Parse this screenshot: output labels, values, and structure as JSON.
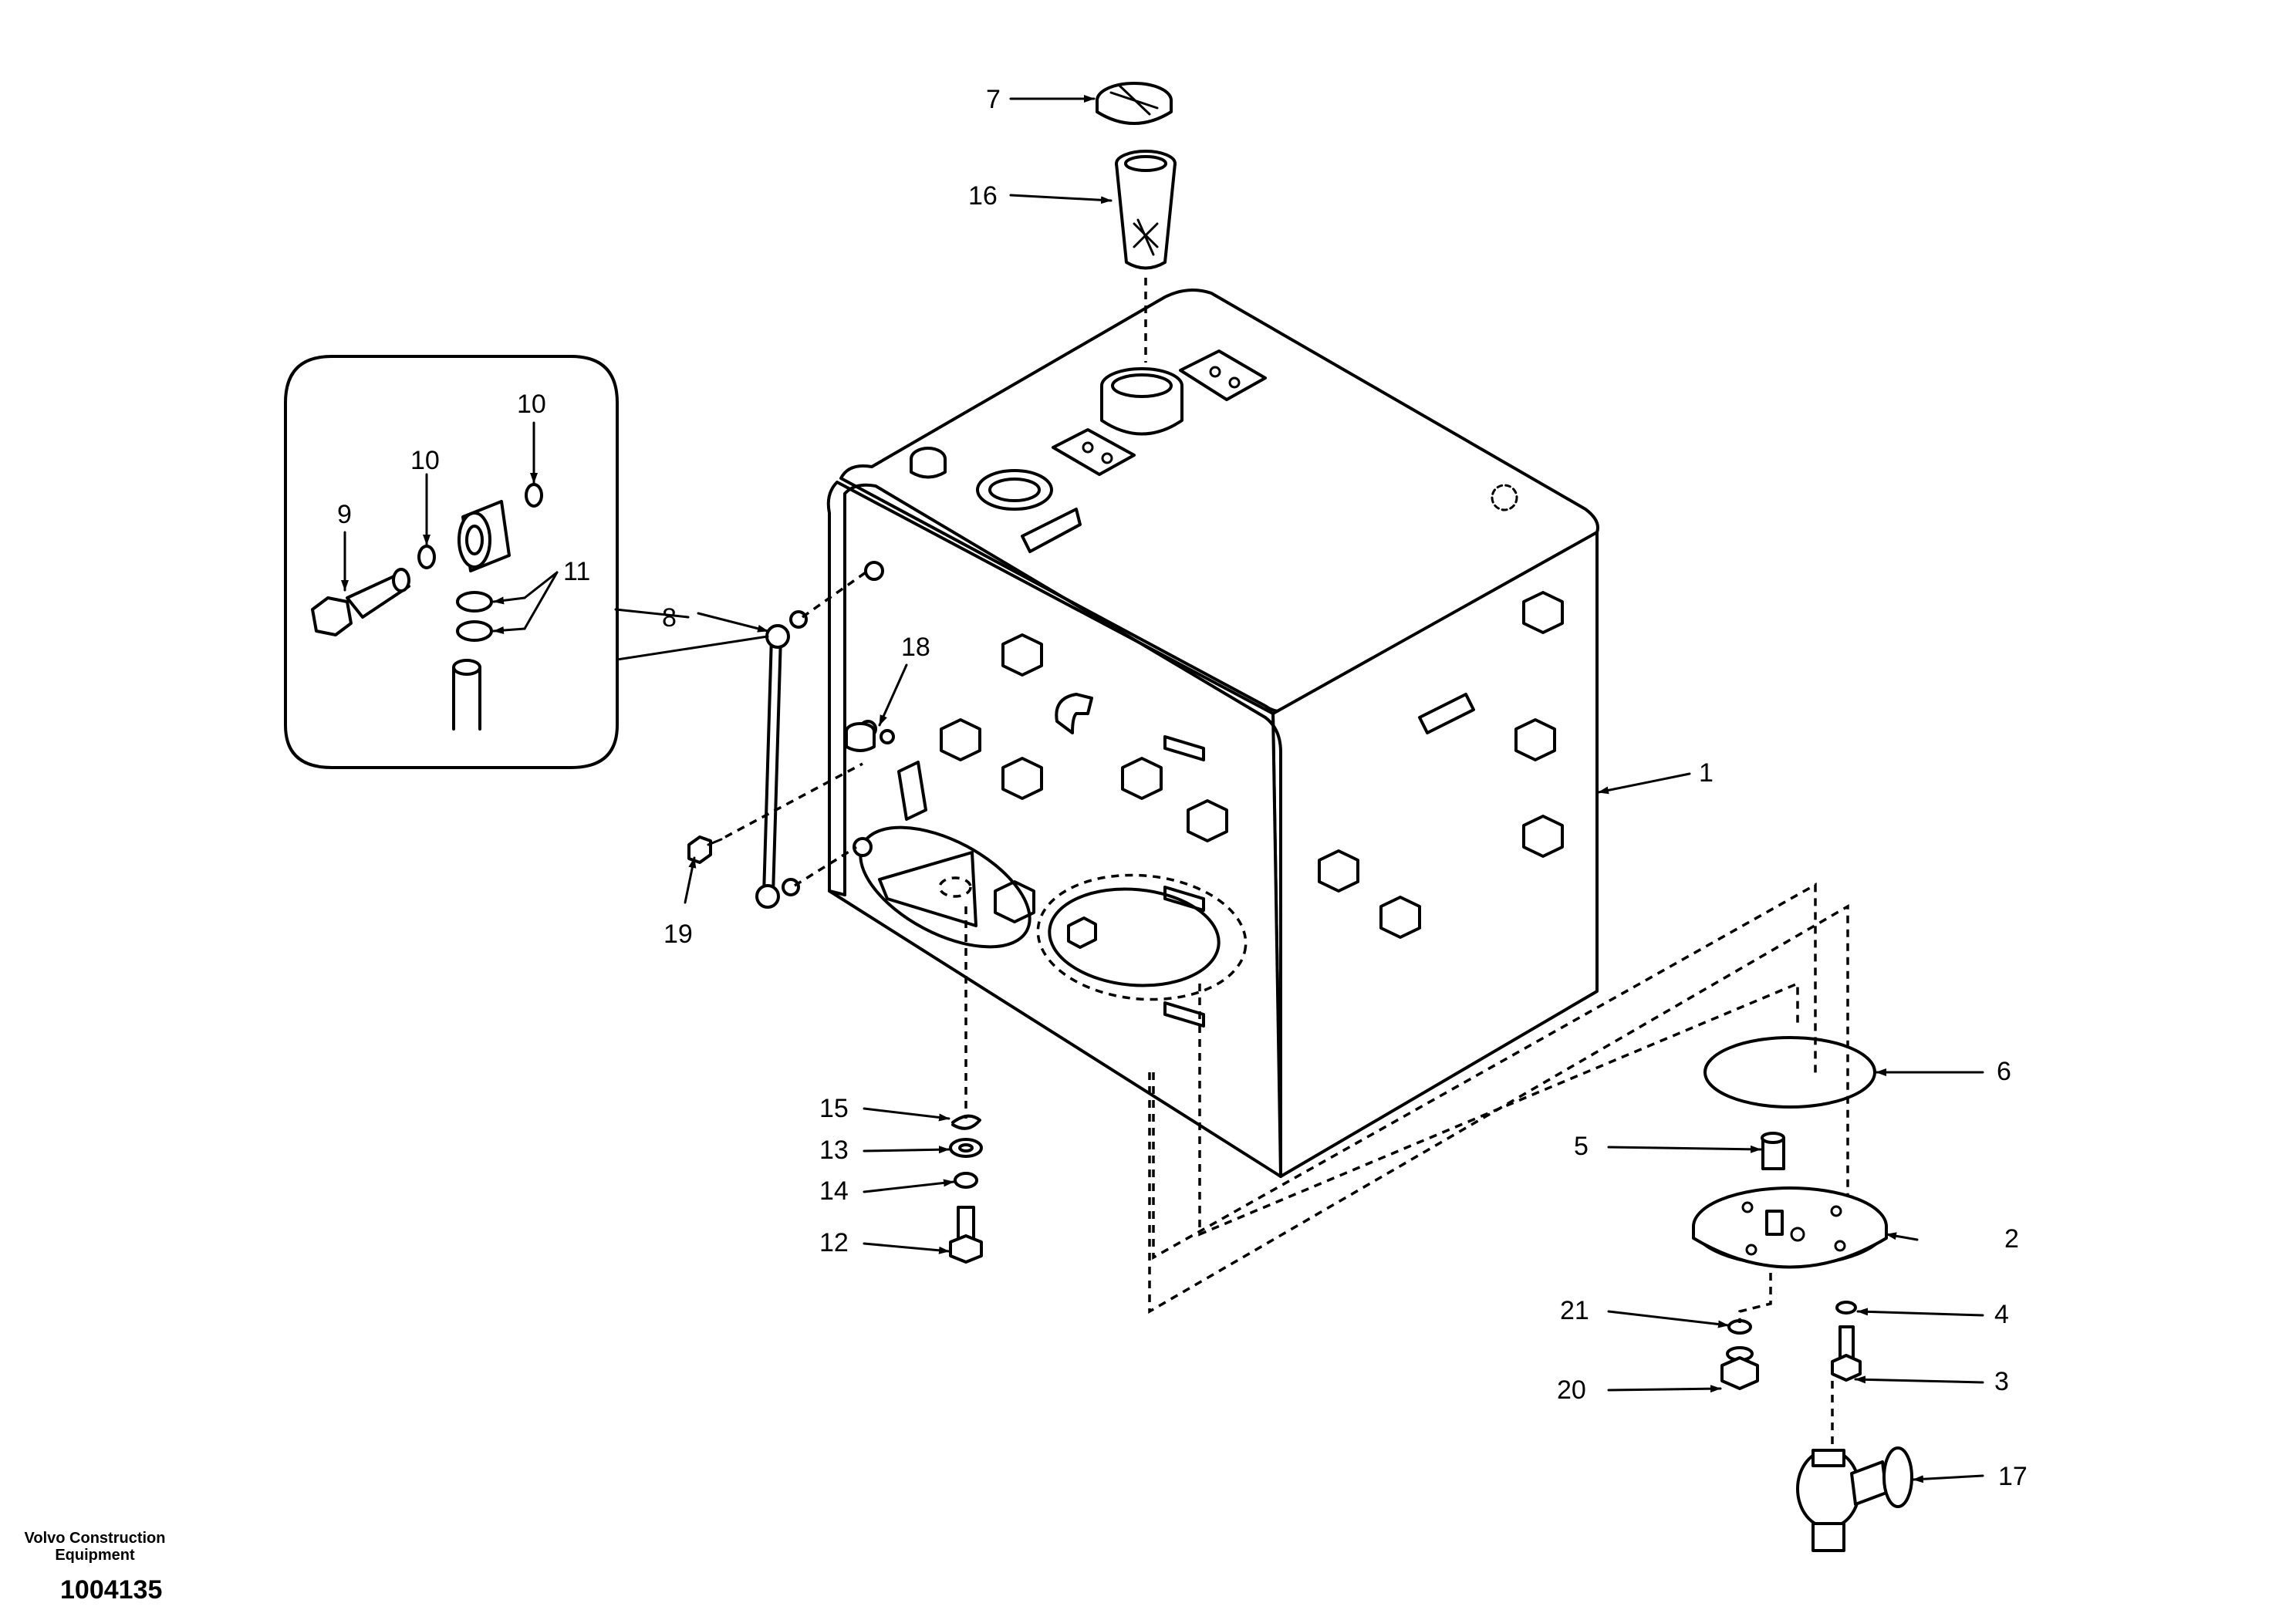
{
  "callouts": [
    {
      "id": "1",
      "text": "1"
    },
    {
      "id": "2",
      "text": "2"
    },
    {
      "id": "3",
      "text": "3"
    },
    {
      "id": "4",
      "text": "4"
    },
    {
      "id": "5",
      "text": "5"
    },
    {
      "id": "6",
      "text": "6"
    },
    {
      "id": "7",
      "text": "7"
    },
    {
      "id": "8",
      "text": "8"
    },
    {
      "id": "9",
      "text": "9"
    },
    {
      "id": "10a",
      "text": "10"
    },
    {
      "id": "10b",
      "text": "10"
    },
    {
      "id": "11",
      "text": "11"
    },
    {
      "id": "12",
      "text": "12"
    },
    {
      "id": "13",
      "text": "13"
    },
    {
      "id": "14",
      "text": "14"
    },
    {
      "id": "15",
      "text": "15"
    },
    {
      "id": "16",
      "text": "16"
    },
    {
      "id": "17",
      "text": "17"
    },
    {
      "id": "18",
      "text": "18"
    },
    {
      "id": "19",
      "text": "19"
    },
    {
      "id": "20",
      "text": "20"
    },
    {
      "id": "21",
      "text": "21"
    }
  ],
  "footer": {
    "company_line1": "Volvo Construction",
    "company_line2": "Equipment",
    "drawing_number": "1004135"
  }
}
